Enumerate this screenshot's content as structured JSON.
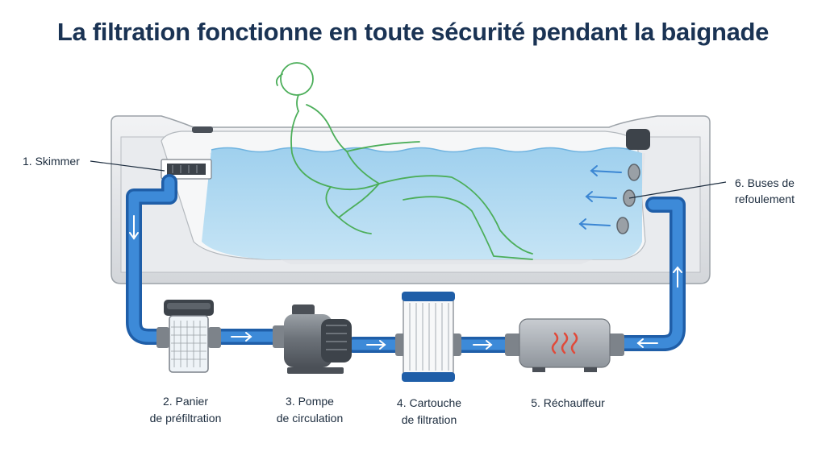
{
  "title": "La filtration fonctionne en toute sécurité pendant la baignade",
  "labels": {
    "skimmer": "1. Skimmer",
    "basket_l1": "2. Panier",
    "basket_l2": "de préfiltration",
    "pump_l1": "3. Pompe",
    "pump_l2": "de circulation",
    "cartridge_l1": "4. Cartouche",
    "cartridge_l2": "de filtration",
    "heater": "5. Réchauffeur",
    "jets_l1": "6. Buses de",
    "jets_l2": "refoulement"
  },
  "colors": {
    "title": "#1a3354",
    "water": "#a9d6ef",
    "pipe": "#2f79cc",
    "pipe_dark": "#1f5ea8",
    "figure_outline": "#4cae5a",
    "heater_waves": "#e04a3a",
    "tub_shell": "#e6e8eb"
  }
}
